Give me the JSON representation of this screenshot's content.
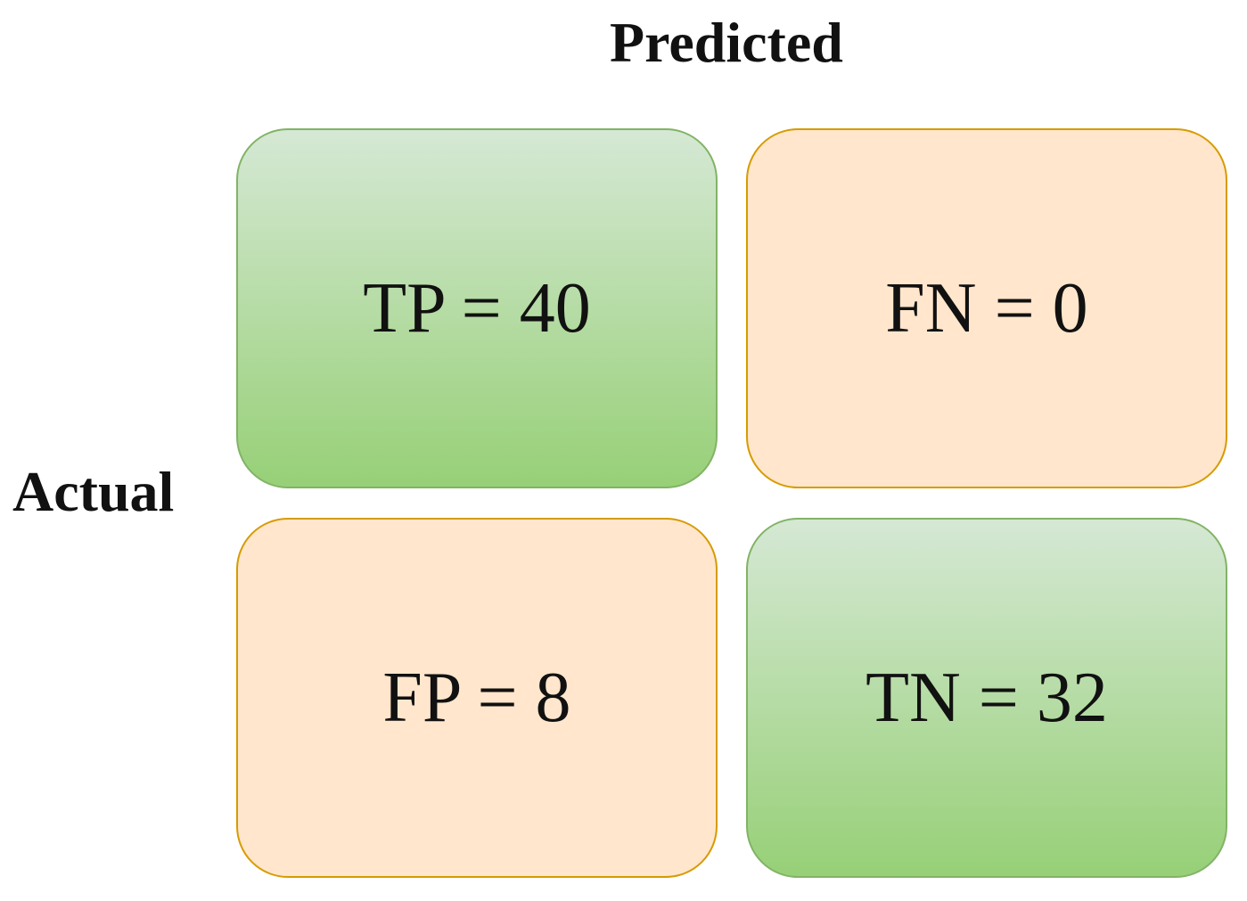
{
  "labels": {
    "predicted": "Predicted",
    "actual": "Actual"
  },
  "cells": [
    {
      "text": "TP = 40",
      "color": "green"
    },
    {
      "text": "FN = 0",
      "color": "orange"
    },
    {
      "text": "FP = 8",
      "color": "orange"
    },
    {
      "text": "TN = 32",
      "color": "green"
    }
  ],
  "colors": {
    "green_fill_top": "#d5e8d4",
    "green_fill_bottom": "#97d077",
    "green_border": "#82b366",
    "orange_fill": "#ffe6cc",
    "orange_border": "#d79b00"
  }
}
